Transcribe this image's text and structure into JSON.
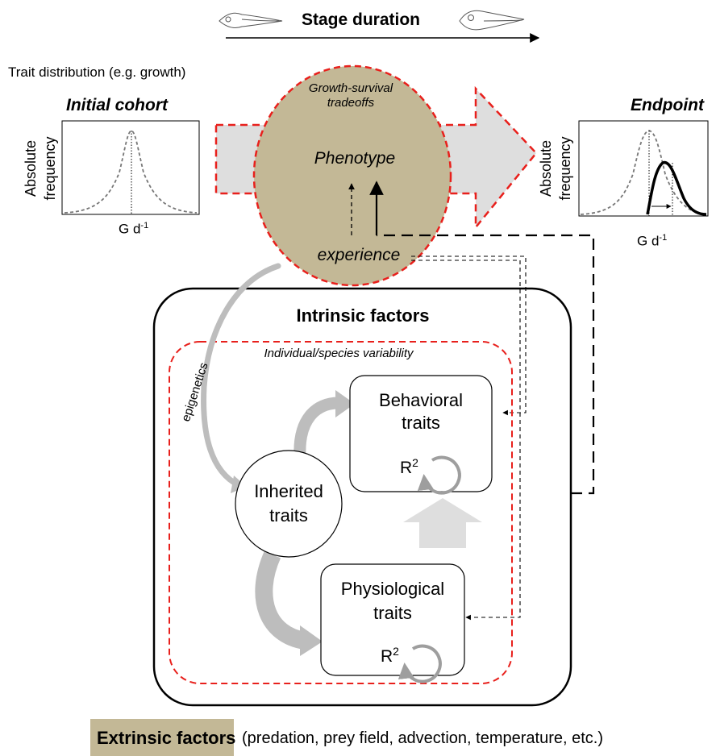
{
  "header": {
    "stage_duration": "Stage duration",
    "trait_distribution": "Trait distribution (e.g. growth)"
  },
  "initial_panel": {
    "title": "Initial cohort",
    "ylabel_line1": "Absolute",
    "ylabel_line2": "frequency",
    "xlabel_base": "G d",
    "xlabel_sup": "-1"
  },
  "endpoint_panel": {
    "title": "Endpoint",
    "ylabel_line1": "Absolute",
    "ylabel_line2": "frequency",
    "xlabel_base": "G d",
    "xlabel_sup": "-1"
  },
  "phenotype_circle": {
    "tradeoffs_line1": "Growth-survival",
    "tradeoffs_line2": "tradeoffs",
    "phenotype": "Phenotype",
    "experience": "experience"
  },
  "intrinsic": {
    "title": "Intrinsic factors",
    "variability": "Individual/species variability",
    "epigenetics": "epigenetics",
    "behavioral_line1": "Behavioral",
    "behavioral_line2": "traits",
    "inherited_line1": "Inherited",
    "inherited_line2": "traits",
    "physiological_line1": "Physiological",
    "physiological_line2": "traits",
    "r2_base": "R",
    "r2_sup": "2"
  },
  "extrinsic": {
    "title": "Extrinsic factors",
    "examples": "(predation, prey field, advection, temperature, etc.)"
  },
  "colors": {
    "tan": "#c3b896",
    "red_dash": "#e8201c",
    "gray_arrow": "#bdbdbd",
    "light_gray": "#dedede",
    "curve_gray": "#7a7a7a"
  }
}
